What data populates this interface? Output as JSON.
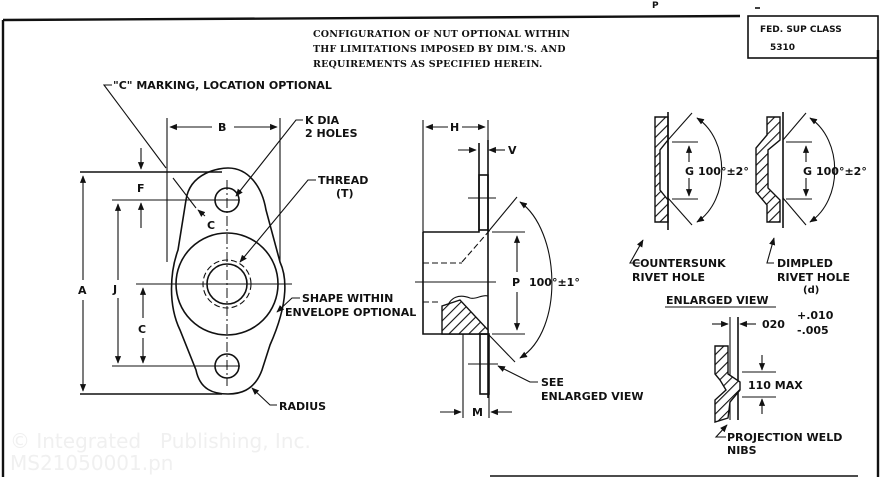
{
  "document": {
    "top_mark": "P",
    "general_note": [
      "CONFIGURATION OF NUT OPTIONAL WITHIN",
      "THF LIMITATIONS IMPOSED BY DIM.'S. AND",
      "REQUIREMENTS AS SPECIFIED HEREIN."
    ],
    "fed_sup_class": {
      "title": "FED. SUP CLASS",
      "value": "5310"
    },
    "watermark": [
      "© Integrated",
      "Publishing, Inc.",
      "MS21050001.pn"
    ]
  },
  "plan_view": {
    "marking_note": "\"C\" MARKING, LOCATION OPTIONAL",
    "dim_b": "B",
    "hole_note_line1": "K DIA",
    "hole_note_line2": "2 HOLES",
    "thread_note_line1": "THREAD",
    "thread_note_line2": "(T)",
    "dim_f": "F",
    "dim_c_small": "C",
    "dim_a": "A",
    "dim_j": "J",
    "dim_c": "C",
    "shape_note_line1": "SHAPE WITHIN",
    "shape_note_line2": "ENVELOPE OPTIONAL",
    "radius_note": "RADIUS"
  },
  "side_view": {
    "dim_h": "H",
    "dim_v": "V",
    "dim_p": "P",
    "angle": "100°±1°",
    "see_note_line1": "SEE",
    "see_note_line2": "ENLARGED VIEW",
    "dim_m": "M"
  },
  "countersunk_detail": {
    "dim_g": "G",
    "angle": "100°±2°",
    "caption_line1": "COUNTERSUNK",
    "caption_line2": "RIVET HOLE"
  },
  "dimpled_detail": {
    "dim_g": "G",
    "angle": "100°±2°",
    "caption_line1": "DIMPLED",
    "caption_line2": "RIVET HOLE",
    "caption_line3": "(d)"
  },
  "enlarged_view": {
    "title": "ENLARGED VIEW",
    "thickness": "020",
    "tol_plus": "+.010",
    "tol_minus": "-.005",
    "height_max": "110 MAX",
    "nibs_line1": "PROJECTION WELD",
    "nibs_line2": "NIBS"
  }
}
